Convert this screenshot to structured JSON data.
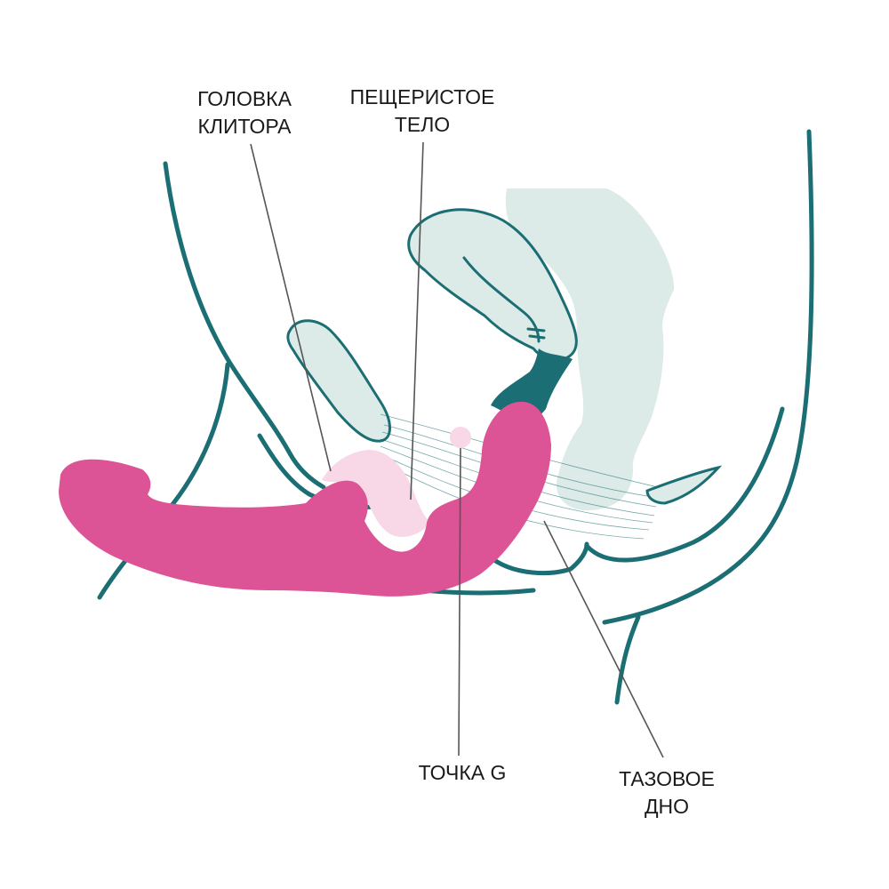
{
  "colors": {
    "outline": "#1b6e73",
    "organ_fill": "#ddebe8",
    "toy": "#dc5396",
    "toy_light": "#f8d7e7",
    "leader": "#555555"
  },
  "labels": {
    "glans": [
      "ГОЛОВКА",
      "КЛИТОРА"
    ],
    "corpus": [
      "ПЕЩЕРИСТОЕ",
      "ТЕЛО"
    ],
    "gspot": [
      "ТОЧКА G"
    ],
    "pelvic": [
      "ТАЗОВОЕ",
      "ДНО"
    ]
  }
}
